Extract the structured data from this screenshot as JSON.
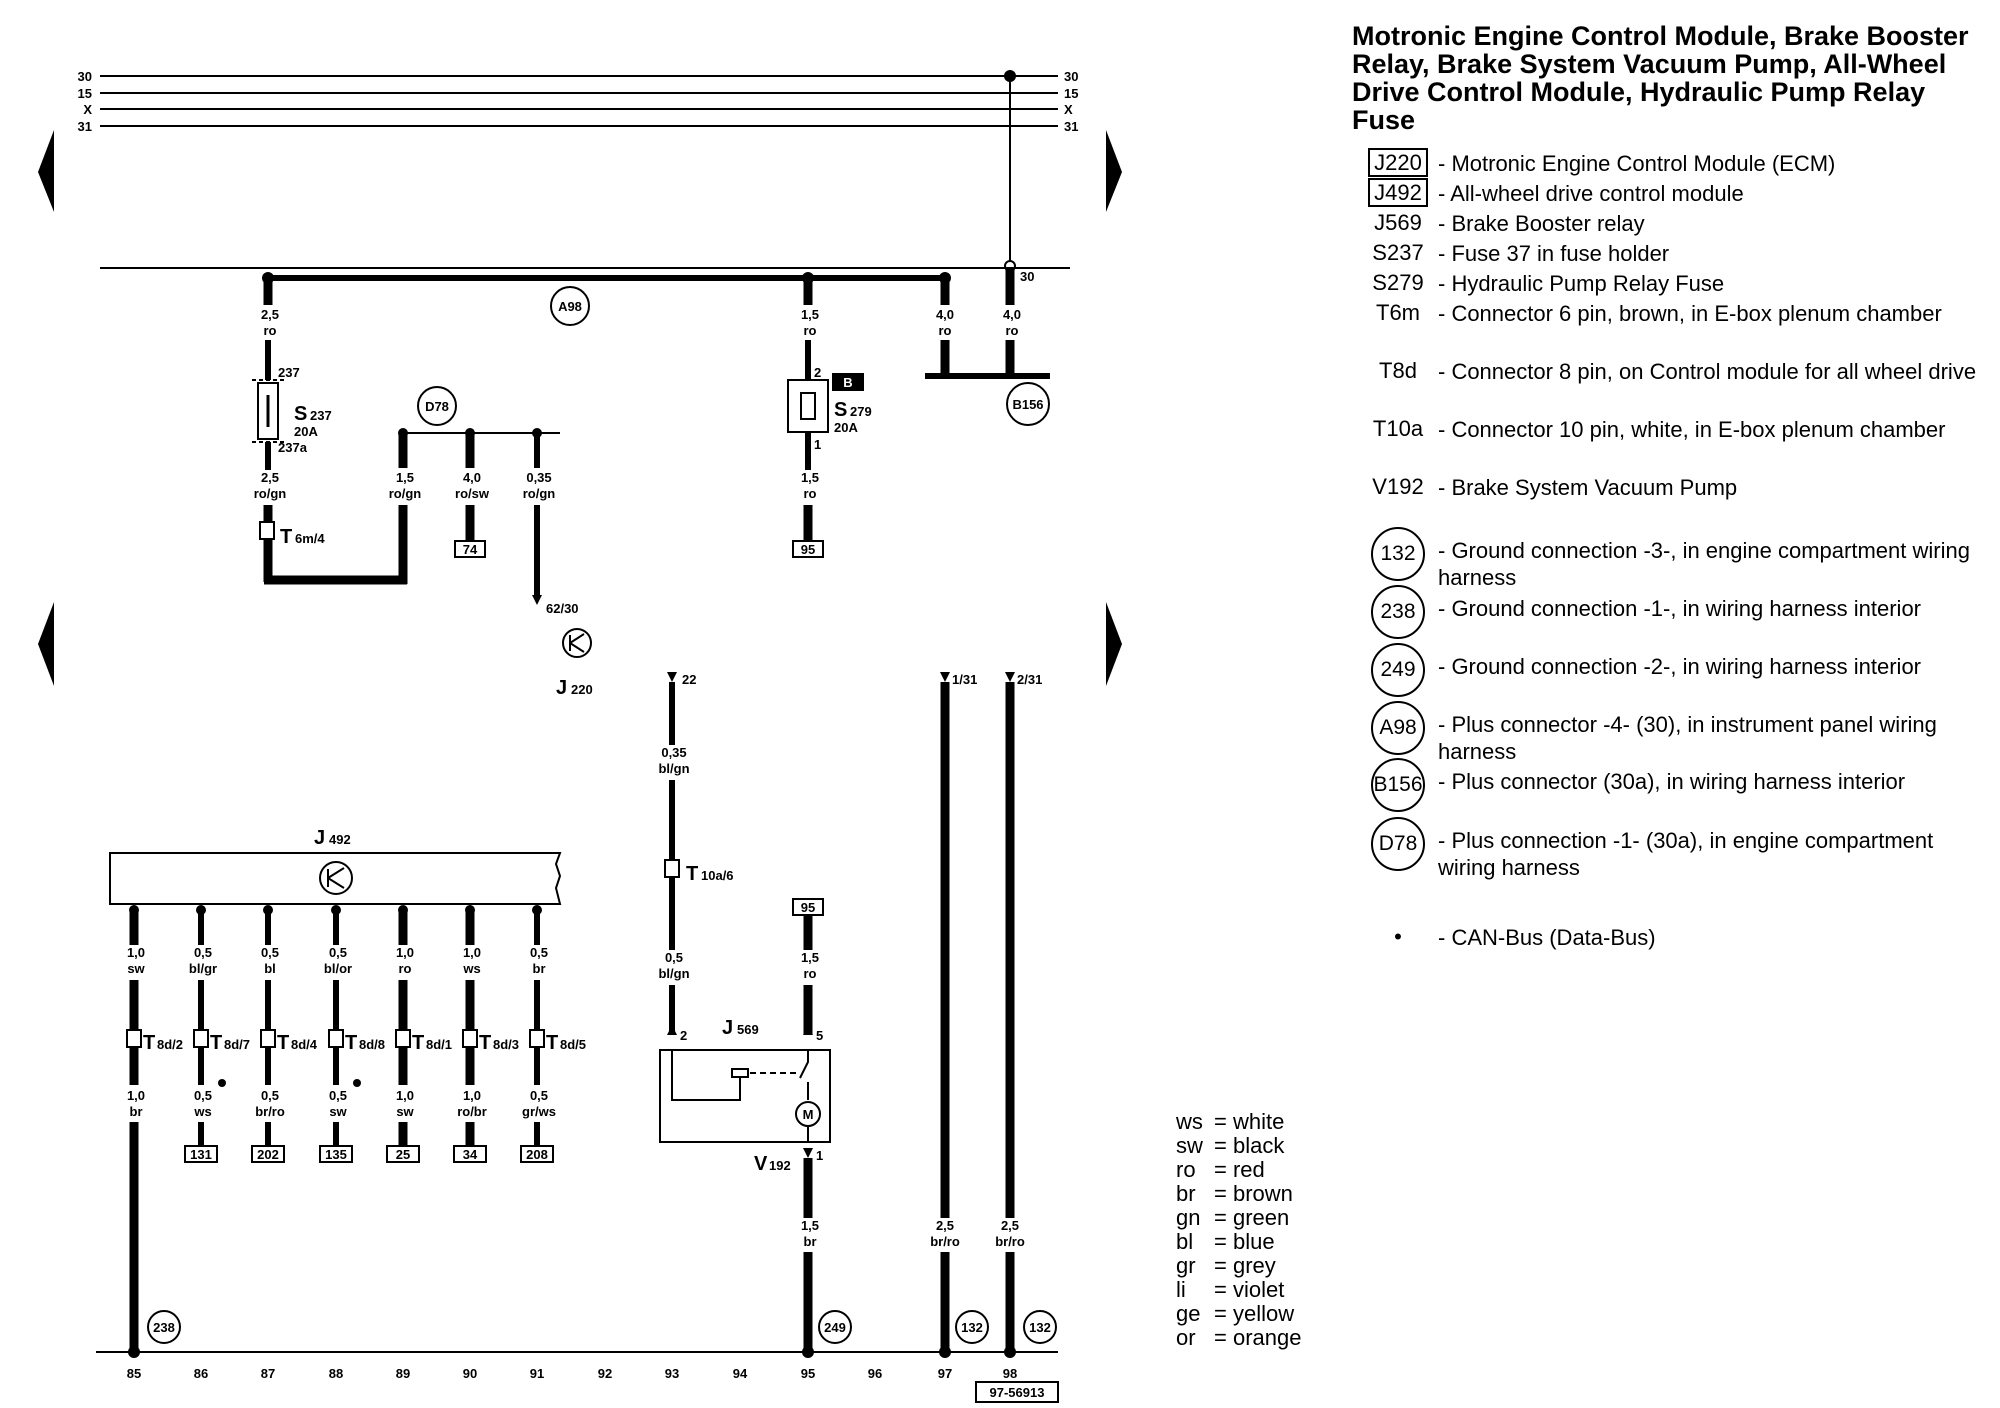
{
  "title": "Motronic Engine Control Module, Brake Booster Relay, Brake System Vacuum Pump, All-Wheel Drive Control Module, Hydraulic Pump Relay Fuse",
  "bus_lines": {
    "left": [
      "30",
      "15",
      "X",
      "31"
    ],
    "right": [
      "30",
      "15",
      "X",
      "31"
    ]
  },
  "legend": [
    {
      "code": "J220",
      "style": "box",
      "text": "- Motronic Engine Control Module (ECM)"
    },
    {
      "code": "J492",
      "style": "box",
      "text": "- All-wheel drive control module"
    },
    {
      "code": "J569",
      "style": "plain",
      "text": "- Brake Booster relay"
    },
    {
      "code": "S237",
      "style": "plain",
      "text": "- Fuse 37 in fuse holder"
    },
    {
      "code": "S279",
      "style": "plain",
      "text": "- Hydraulic Pump Relay Fuse"
    },
    {
      "code": "T6m",
      "style": "plain",
      "text": "- Connector 6 pin, brown, in E-box plenum chamber"
    },
    {
      "code": "T8d",
      "style": "plain",
      "text": "- Connector 8 pin, on Control module for all wheel drive"
    },
    {
      "code": "T10a",
      "style": "plain",
      "text": "- Connector 10 pin, white, in E-box plenum chamber"
    },
    {
      "code": "V192",
      "style": "plain",
      "text": "- Brake System Vacuum Pump"
    },
    {
      "code": "132",
      "style": "circle",
      "text": "- Ground connection -3-, in engine compartment wiring harness"
    },
    {
      "code": "238",
      "style": "circle",
      "text": "- Ground connection -1-, in wiring harness interior"
    },
    {
      "code": "249",
      "style": "circle",
      "text": "- Ground connection -2-, in wiring harness interior"
    },
    {
      "code": "A98",
      "style": "circle",
      "text": "- Plus connector -4- (30), in instrument panel wiring harness"
    },
    {
      "code": "B156",
      "style": "circle",
      "text": "- Plus connector (30a), in wiring harness interior"
    },
    {
      "code": "D78",
      "style": "circle",
      "text": "- Plus connection -1- (30a), in engine compartment wiring harness"
    },
    {
      "code": "•",
      "style": "plain",
      "text": "- CAN-Bus (Data-Bus)"
    }
  ],
  "color_codes": [
    {
      "code": "ws",
      "name": "= white"
    },
    {
      "code": "sw",
      "name": "= black"
    },
    {
      "code": "ro",
      "name": "= red"
    },
    {
      "code": "br",
      "name": "= brown"
    },
    {
      "code": "gn",
      "name": "= green"
    },
    {
      "code": "bl",
      "name": "= blue"
    },
    {
      "code": "gr",
      "name": "= grey"
    },
    {
      "code": "li",
      "name": "= violet"
    },
    {
      "code": "ge",
      "name": "= yellow"
    },
    {
      "code": "or",
      "name": "= orange"
    }
  ],
  "diagram": {
    "connectors": {
      "A98": "A98",
      "B156": "B156",
      "D78": "D78",
      "g238": "238",
      "g249": "249",
      "g132a": "132",
      "g132b": "132"
    },
    "fuse_s237": {
      "label": "S",
      "sub": "237",
      "amps": "20A",
      "pin_in": "237",
      "pin_out": "237a"
    },
    "fuse_s279": {
      "label": "S",
      "sub": "279",
      "amps": "20A",
      "pin_in": "2",
      "pin_out": "1",
      "badge": "B"
    },
    "top_wires": {
      "w1": {
        "size": "2,5",
        "color": "ro"
      },
      "w2": {
        "size": "1,5",
        "color": "ro"
      },
      "w3": {
        "size": "4,0",
        "color": "ro"
      },
      "w4": {
        "size": "4,0",
        "color": "ro"
      },
      "terminal_30": "30"
    },
    "mid_wires": {
      "s237_out": {
        "size": "2,5",
        "color": "ro/gn"
      },
      "d78_a": {
        "size": "1,5",
        "color": "ro/gn"
      },
      "d78_b": {
        "size": "4,0",
        "color": "ro/sw"
      },
      "d78_c": {
        "size": "0,35",
        "color": "ro/gn"
      },
      "s279_out": {
        "size": "1,5",
        "color": "ro"
      }
    },
    "t6m": {
      "label": "T",
      "sub": "6m/4"
    },
    "refs": {
      "r74": "74",
      "r95a": "95",
      "r95b": "95"
    },
    "j220": {
      "label": "J",
      "sub": "220",
      "pin": "62/30"
    },
    "t10a": {
      "label": "T",
      "sub": "10a/6",
      "pin": "22",
      "wire_top": {
        "size": "0,35",
        "color": "bl/gn"
      },
      "wire_bot": {
        "size": "0,5",
        "color": "bl/gn"
      }
    },
    "j569": {
      "label": "J",
      "sub": "569",
      "pin2": "2",
      "pin5": "5",
      "wire_in": {
        "size": "1,5",
        "color": "ro"
      }
    },
    "v192": {
      "label": "V",
      "sub": "192",
      "pin": "1",
      "wire_out": {
        "size": "1,5",
        "color": "br"
      }
    },
    "pin_131": "1/31",
    "pin_231": "2/31",
    "wire_97": {
      "size": "2,5",
      "color": "br/ro"
    },
    "wire_98": {
      "size": "2,5",
      "color": "br/ro"
    },
    "j492": {
      "label": "J",
      "sub": "492"
    },
    "j492_pins": [
      {
        "top_size": "1,0",
        "top_color": "sw",
        "conn": "8d/2",
        "bot_size": "1,0",
        "bot_color": "br",
        "ref": "",
        "can": false
      },
      {
        "top_size": "0,5",
        "top_color": "bl/gr",
        "conn": "8d/7",
        "bot_size": "0,5",
        "bot_color": "ws",
        "ref": "131",
        "can": true
      },
      {
        "top_size": "0,5",
        "top_color": "bl",
        "conn": "8d/4",
        "bot_size": "0,5",
        "bot_color": "br/ro",
        "ref": "202",
        "can": false
      },
      {
        "top_size": "0,5",
        "top_color": "bl/or",
        "conn": "8d/8",
        "bot_size": "0,5",
        "bot_color": "sw",
        "ref": "135",
        "can": true
      },
      {
        "top_size": "1,0",
        "top_color": "ro",
        "conn": "8d/1",
        "bot_size": "1,0",
        "bot_color": "sw",
        "ref": "25",
        "can": false
      },
      {
        "top_size": "1,0",
        "top_color": "ws",
        "conn": "8d/3",
        "bot_size": "1,0",
        "bot_color": "ro/br",
        "ref": "34",
        "can": false
      },
      {
        "top_size": "0,5",
        "top_color": "br",
        "conn": "8d/5",
        "bot_size": "0,5",
        "bot_color": "gr/ws",
        "ref": "208",
        "can": false
      }
    ],
    "bottom_numbers": [
      "85",
      "86",
      "87",
      "88",
      "89",
      "90",
      "91",
      "92",
      "93",
      "94",
      "95",
      "96",
      "97",
      "98"
    ],
    "doc_id": "97-56913"
  }
}
